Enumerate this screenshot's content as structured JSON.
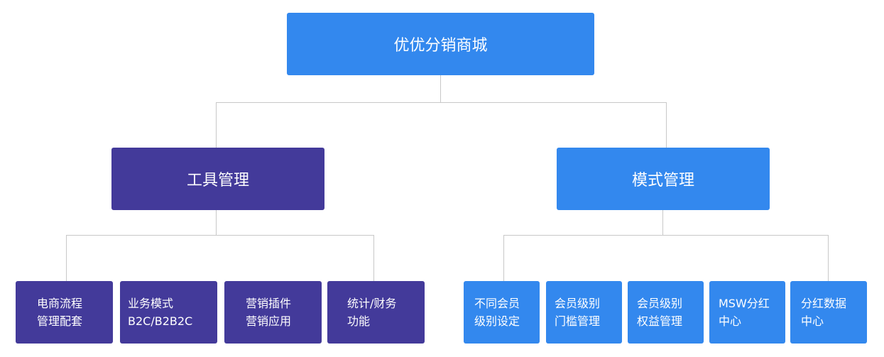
{
  "root": {
    "label": "优优分销商城"
  },
  "branches": [
    {
      "label": "工具管理",
      "children": [
        {
          "lines": [
            "电商流程",
            "管理配套"
          ]
        },
        {
          "lines": [
            "业务模式",
            "B2C/B2B2C"
          ]
        },
        {
          "lines": [
            "营销插件",
            "营销应用"
          ]
        },
        {
          "lines": [
            "统计/财务",
            "功能"
          ]
        }
      ]
    },
    {
      "label": "模式管理",
      "children": [
        {
          "lines": [
            "不同会员",
            "级别设定"
          ]
        },
        {
          "lines": [
            "会员级别",
            "门槛管理"
          ]
        },
        {
          "lines": [
            "会员级别",
            "权益管理"
          ]
        },
        {
          "lines": [
            "MSW分红",
            "中心"
          ]
        },
        {
          "lines": [
            "分红数据",
            "中心"
          ]
        }
      ]
    }
  ],
  "colors": {
    "blue": "#3388ee",
    "purple": "#433a9a",
    "connector": "#c8c8c8"
  }
}
